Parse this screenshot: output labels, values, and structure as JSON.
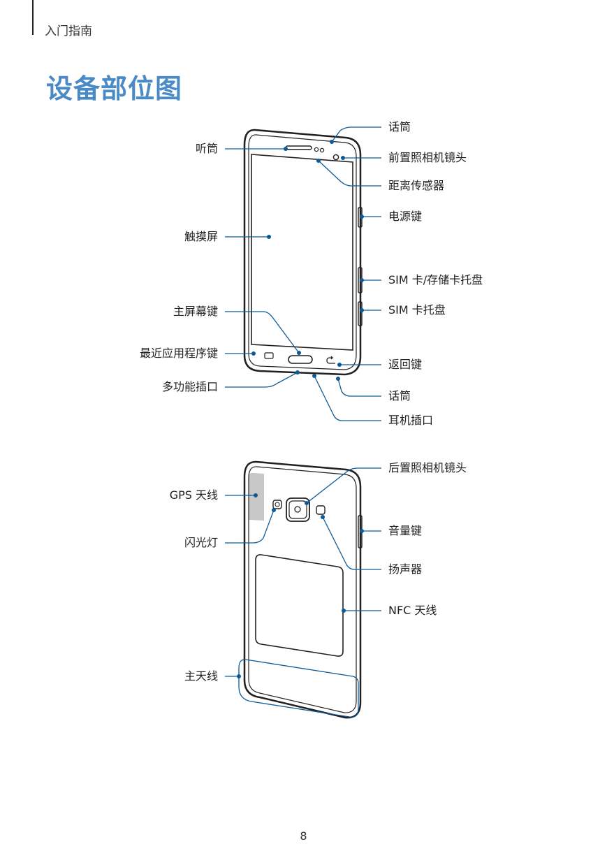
{
  "header": {
    "section": "入门指南"
  },
  "title": "设备部位图",
  "front": {
    "left_labels": [
      "听筒",
      "触摸屏",
      "主屏幕键",
      "最近应用程序键",
      "多功能插口"
    ],
    "right_labels": [
      "话筒",
      "前置照相机镜头",
      "距离传感器",
      "电源键",
      "SIM 卡/存储卡托盘",
      "SIM 卡托盘",
      "返回键",
      "话筒",
      "耳机插口"
    ]
  },
  "back": {
    "left_labels": [
      "GPS 天线",
      "闪光灯",
      "主天线"
    ],
    "right_labels": [
      "后置照相机镜头",
      "音量键",
      "扬声器",
      "NFC 天线"
    ]
  },
  "page_number": "8",
  "colors": {
    "title": "#4a8bc7",
    "callout": "#0c5b98",
    "outline": "#231f20",
    "gps_area": "#c8c8c8"
  }
}
